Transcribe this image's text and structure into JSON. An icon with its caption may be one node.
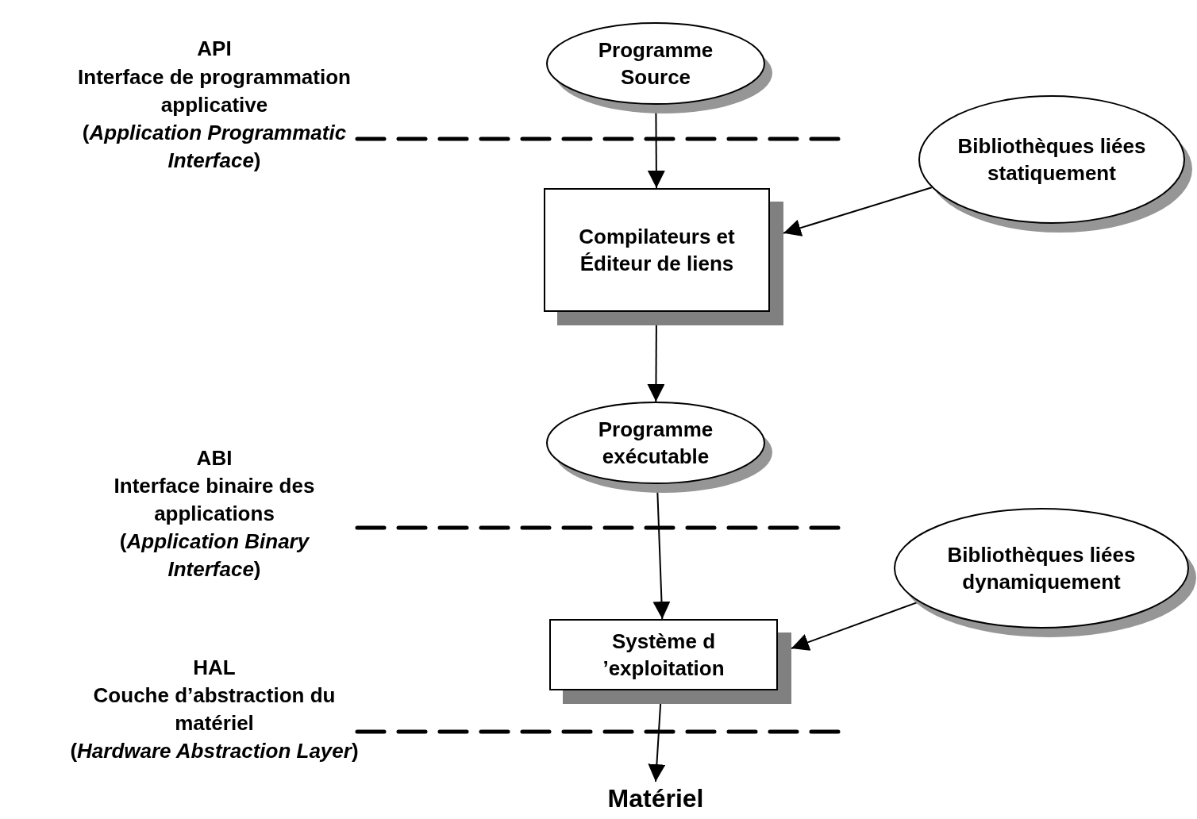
{
  "diagram": {
    "nodes": [
      {
        "text": [
          "Programme Source"
        ]
      },
      {
        "text": [
          "Compilateurs et Éditeur de liens"
        ]
      },
      {
        "text": [
          "Bibliothèques liées statiquement"
        ]
      },
      {
        "text": [
          "Programme exécutable"
        ]
      },
      {
        "text": [
          "Bibliothèques liées dynamiquement"
        ]
      },
      {
        "text": [
          "Système d ’exploitation"
        ]
      },
      {
        "text": [
          "Matériel"
        ]
      }
    ],
    "edges": [
      {
        "from": 0,
        "to": 1,
        "arrow": "to"
      },
      {
        "from": 2,
        "to": 1,
        "arrow": "to"
      },
      {
        "from": 1,
        "to": 3,
        "arrow": "to"
      },
      {
        "from": 3,
        "to": 5,
        "arrow": "to"
      },
      {
        "from": 4,
        "to": 5,
        "arrow": "to"
      },
      {
        "from": 5,
        "to": 6,
        "arrow": "to"
      }
    ],
    "labels": [
      "API",
      "Interface de programmation applicative",
      "(*Application Programmatic Interface*)",
      "ABI",
      "Interface binaire des applications",
      "(*Application Binary Interface*)",
      "HAL",
      "Couche d’abstraction du matériel",
      "(*Hardware Abstraction Layer*)"
    ]
  }
}
